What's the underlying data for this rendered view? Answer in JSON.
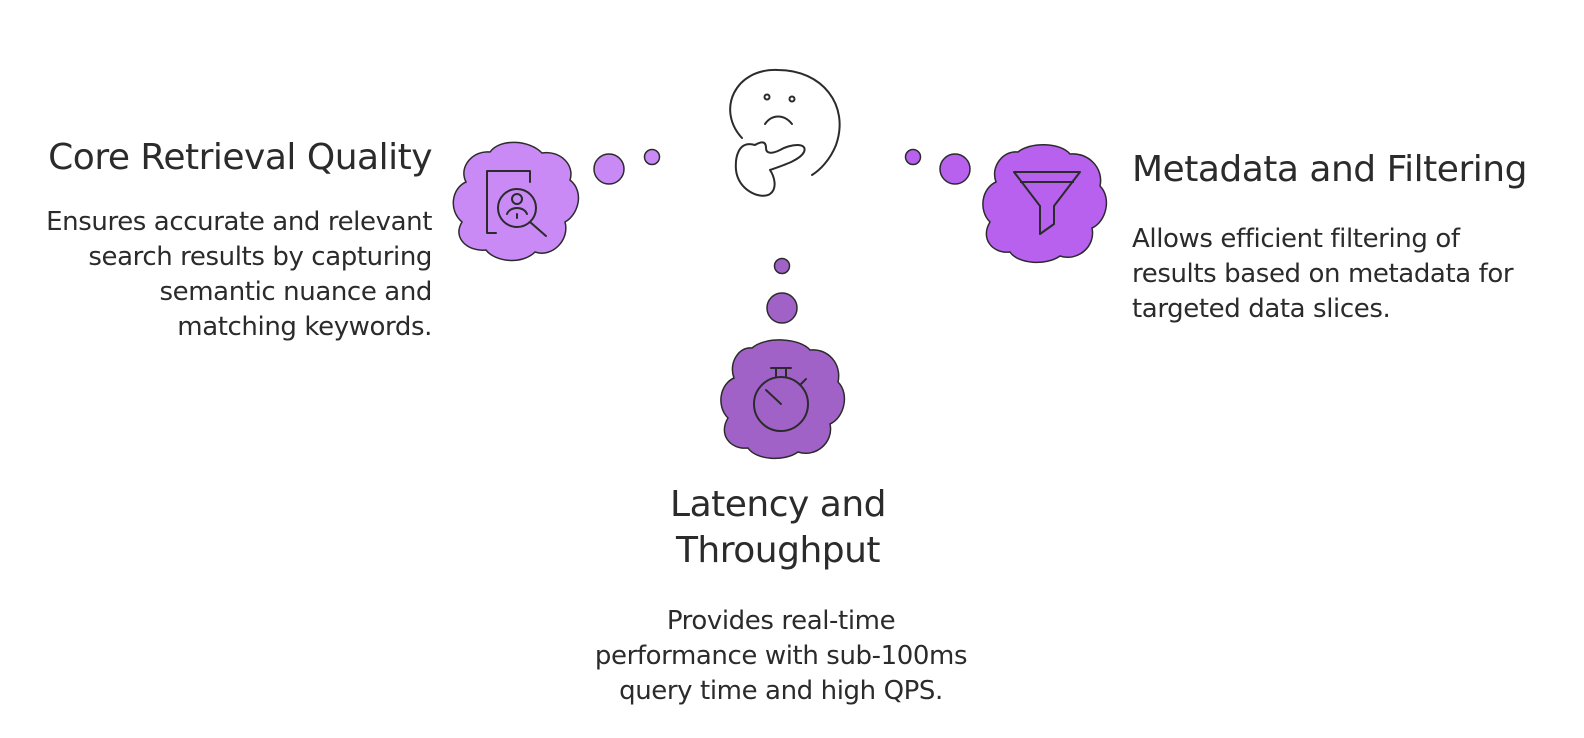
{
  "center": {
    "icon": "thinking-face-icon"
  },
  "nodes": [
    {
      "id": "core",
      "title": "Core Retrieval Quality",
      "description_lines": [
        "Ensures accurate and relevant",
        "search results by capturing",
        "semantic nuance and",
        "matching keywords."
      ],
      "icon": "document-search-icon",
      "color": "#C98AF5"
    },
    {
      "id": "latency",
      "title_lines": [
        "Latency and",
        "Throughput"
      ],
      "description_lines": [
        "Provides real-time",
        "performance with sub-100ms",
        "query time and high QPS."
      ],
      "icon": "stopwatch-icon",
      "color": "#A162C8"
    },
    {
      "id": "metadata",
      "title": "Metadata and Filtering",
      "description_lines": [
        "Allows efficient filtering of",
        "results based on metadata for",
        "targeted data slices."
      ],
      "icon": "funnel-icon",
      "color": "#B761EE"
    }
  ],
  "colors": {
    "outline": "#2b2b2b",
    "text": "#2b2b2b",
    "background": "#ffffff"
  }
}
